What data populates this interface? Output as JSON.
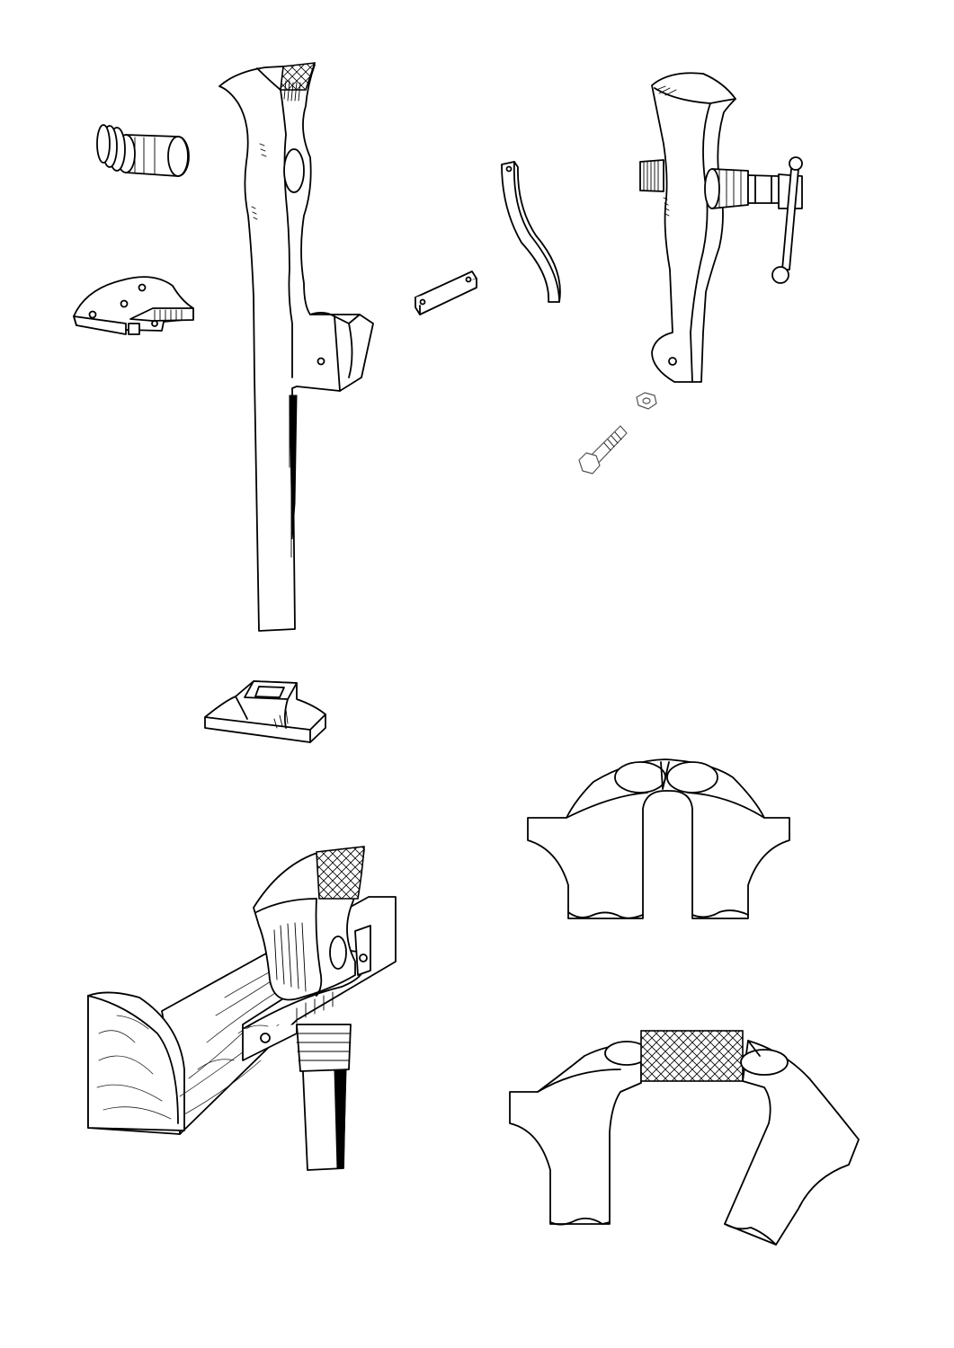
{
  "document": {
    "kind": "exploded-parts drawing of a leg vise",
    "line_color": "#000000",
    "background_color": "#ffffff"
  },
  "figures": [
    {
      "id": "exploded-parts",
      "parts": [
        "screw-box",
        "mounting-plate",
        "vise-leg",
        "floor-foot",
        "flat-link",
        "leaf-spring",
        "front-jaw-with-screw-handle",
        "hinge-nut",
        "hinge-bolt"
      ]
    },
    {
      "id": "mounted-vise-on-bench"
    },
    {
      "id": "jaws-closed-detail"
    },
    {
      "id": "jaws-open-with-work-detail"
    }
  ]
}
